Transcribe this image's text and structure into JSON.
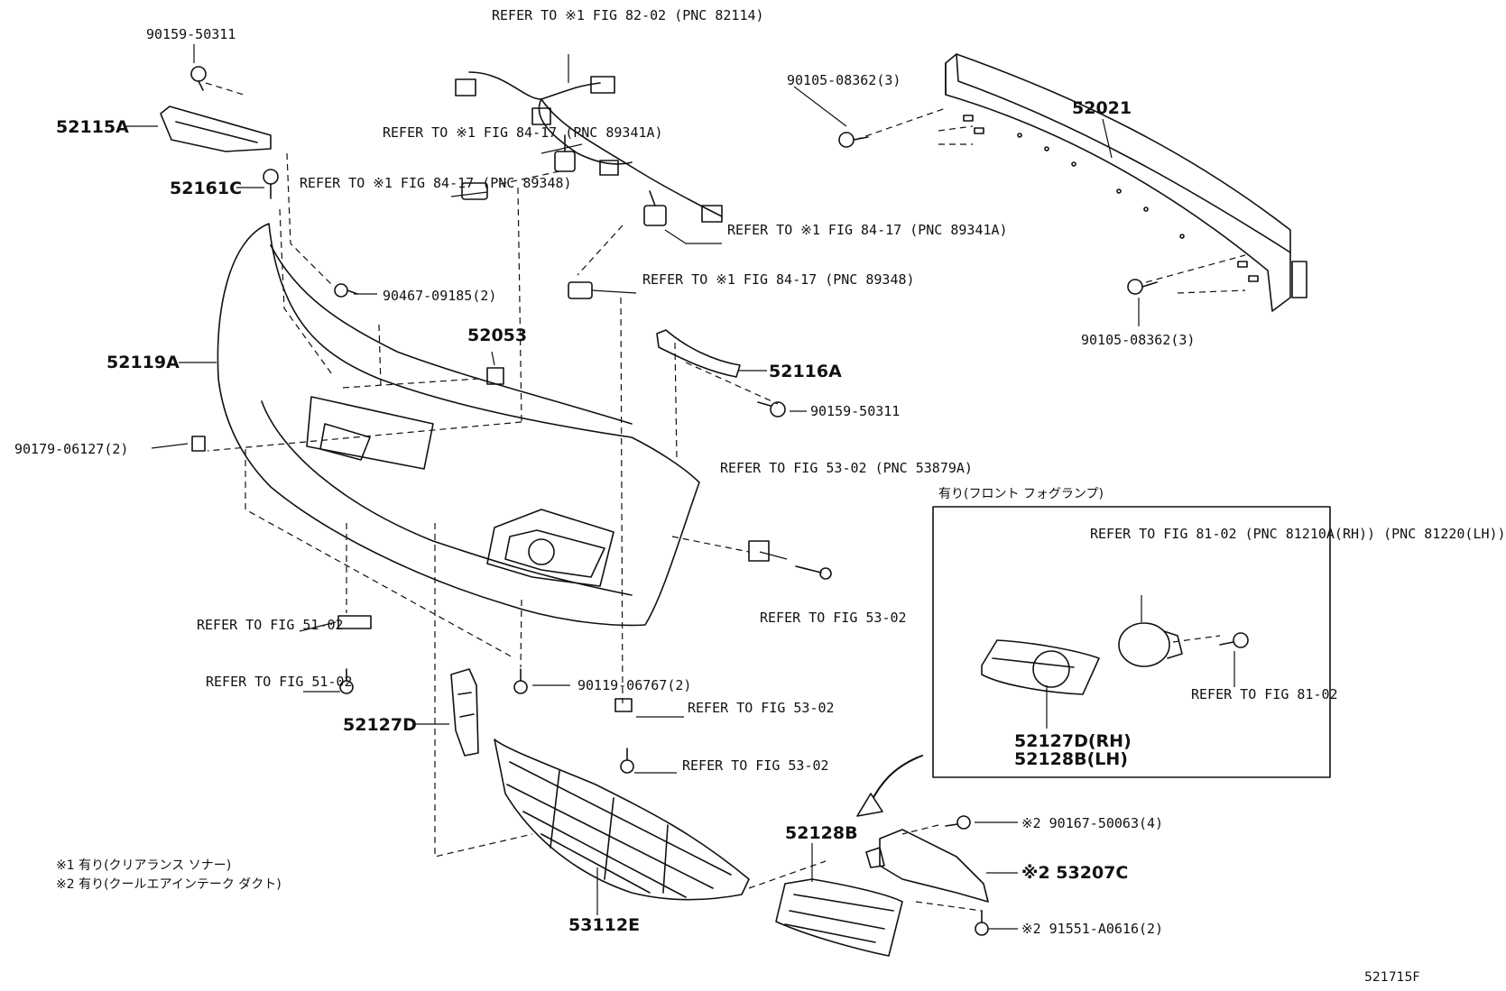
{
  "diagram_id": "521715F",
  "parts": {
    "p52021": "52021",
    "p52115a": "52115A",
    "p52161c": "52161C",
    "p52119a": "52119A",
    "p52053": "52053",
    "p52116a": "52116A",
    "p52127d": "52127D",
    "p53112e": "53112E",
    "p52128b": "52128B",
    "inset_rh": "52127D(RH)",
    "inset_lh": "52128B(LH)"
  },
  "fasteners": {
    "f90159_top": "90159-50311",
    "f90105_top": "90105-08362(3)",
    "f90105_bot": "90105-08362(3)",
    "f90467": "90467-09185(2)",
    "f90159_mid": "90159-50311",
    "f90179": "90179-06127(2)",
    "f90119": "90119-06767(2)",
    "f90167": "※2 90167-50063(4)",
    "f53207c": "※2 53207C",
    "f91551": "※2 91551-A0616(2)"
  },
  "refs": {
    "r82114": "REFER TO\n※1 FIG 82-02\n   (PNC 82114)",
    "r89341a_l": "REFER TO\n※1 FIG 84-17\n  (PNC 89341A)",
    "r89348_l": "REFER TO\n※1 FIG 84-17\n  (PNC 89348)",
    "r89341a_r": "REFER TO\n※1 FIG 84-17\n   (PNC 89341A)",
    "r89348_r": "REFER TO\n※1 FIG 84-17\n  (PNC 89348)",
    "r53879a": "REFER TO\nFIG 53-02\n(PNC 53879A)",
    "r5302_a": "REFER TO\nFIG 53-02",
    "r5102_a": "REFER TO\nFIG 51-02",
    "r5102_b": "REFER TO\nFIG 51-02",
    "r5302_b": "REFER TO\nFIG 53-02",
    "r5302_c": "REFER TO\nFIG 53-02",
    "r8102_inset": "REFER TO\nFIG 81-02\n(PNC 81210A(RH))\n(PNC 81220(LH))",
    "r8102_b": "REFER TO\nFIG 81-02"
  },
  "inset": {
    "title": "有り(フロント フォグランプ)"
  },
  "notes": {
    "n1": "※1 有り(クリアランス ソナー)",
    "n2": "※2 有り(クールエアインテーク ダクト)"
  }
}
